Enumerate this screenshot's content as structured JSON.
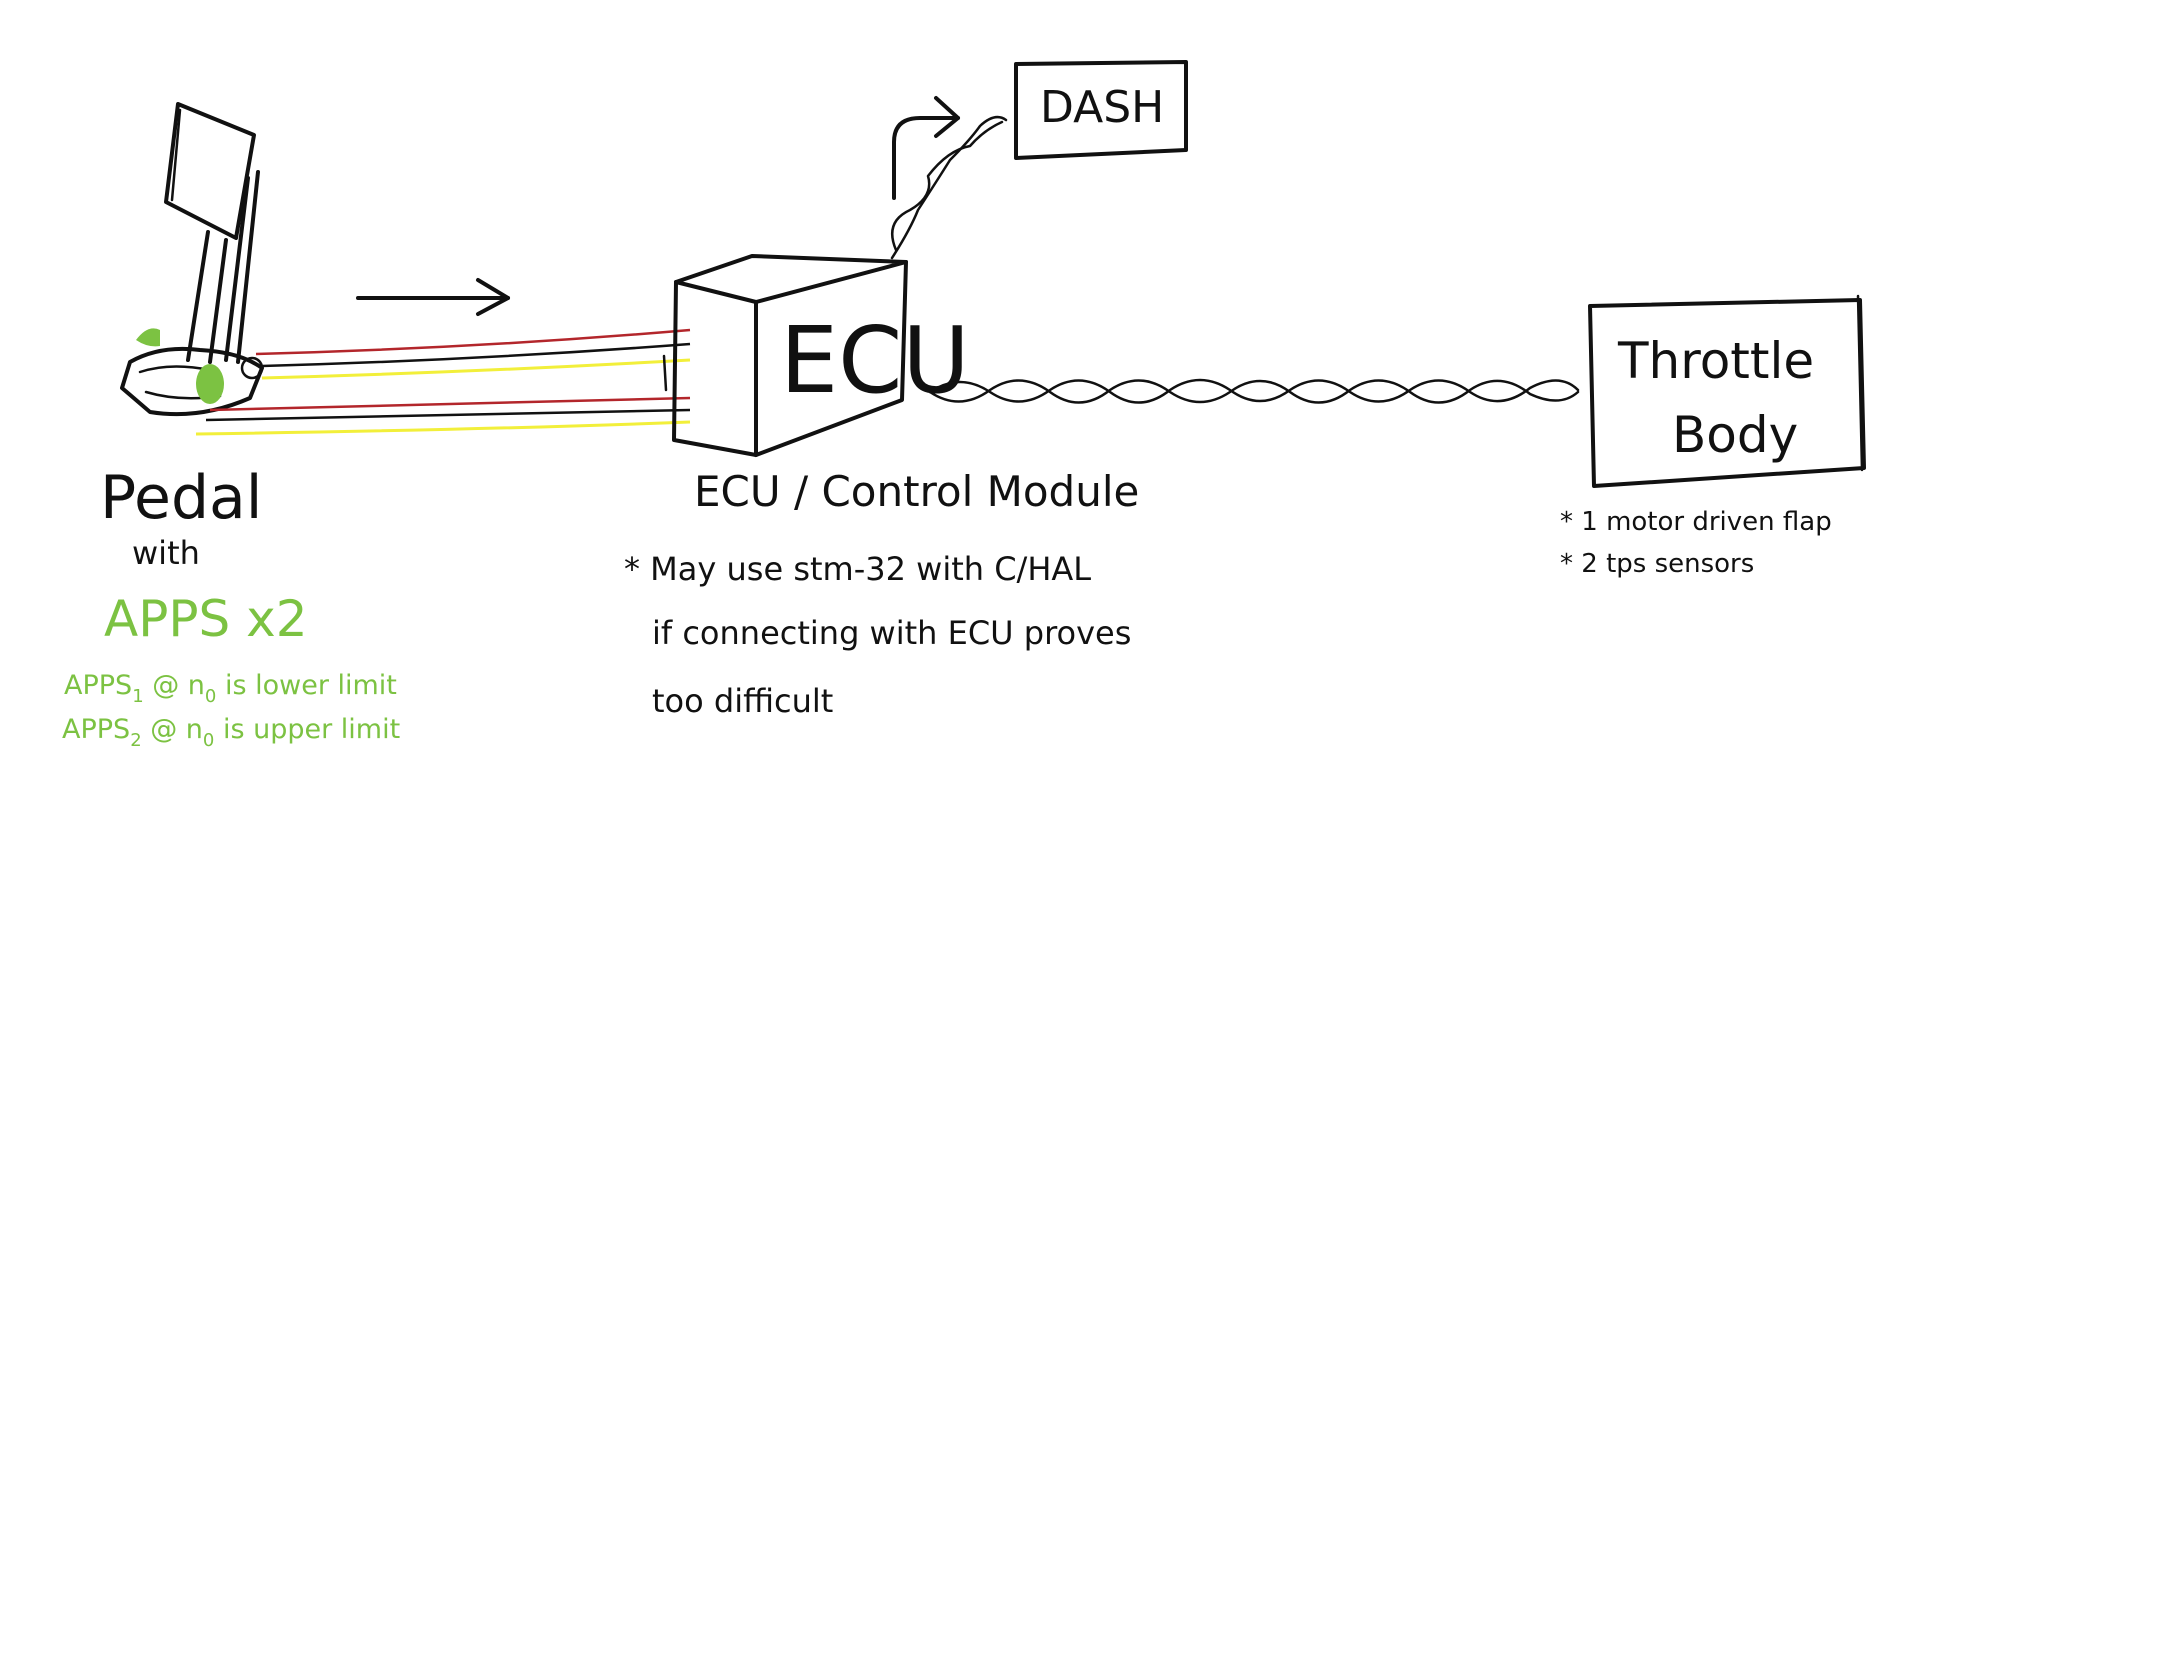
{
  "colors": {
    "ink": "#111111",
    "green": "#7cc242",
    "red": "#b3262b",
    "yellow": "#f2ef3a",
    "background": "#ffffff"
  },
  "dash": {
    "label": "DASH"
  },
  "ecu": {
    "box_label": "ECU",
    "caption": "ECU / Control Module",
    "note_line1": "* May use stm-32 with C/HAL",
    "note_line2": "if connecting with ECU proves",
    "note_line3": "too difficult"
  },
  "throttle": {
    "label_line1": "Throttle",
    "label_line2": "Body",
    "note_line1": "* 1 motor driven flap",
    "note_line2": "* 2 tps sensors"
  },
  "pedal": {
    "label": "Pedal",
    "with": "with",
    "apps": "APPS x2",
    "apps1_prefix": "APPS",
    "apps1_sub": "1",
    "apps1_mid": " @ n",
    "apps1_sub2": "0",
    "apps1_suffix": " is lower limit",
    "apps2_prefix": "APPS",
    "apps2_sub": "2",
    "apps2_mid": " @ n",
    "apps2_sub2": "0",
    "apps2_suffix": " is upper limit"
  },
  "icons": [
    "pedal-icon",
    "arrow-right-icon",
    "arrow-up-right-icon",
    "twisted-pair-icon"
  ]
}
